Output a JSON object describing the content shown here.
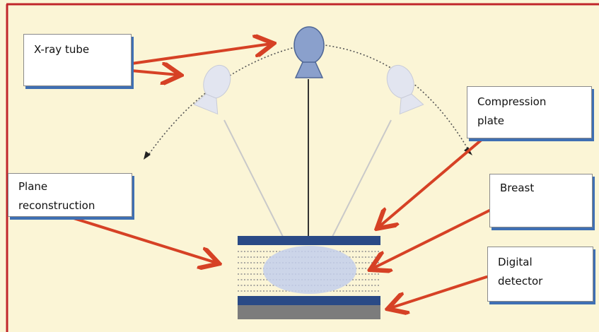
{
  "colors": {
    "background": "#fbf5d6",
    "frame": "#c0262b",
    "arrow": "#d64125",
    "tube_active": "#8aa0cc",
    "tube_ghost": "#dfe3ef",
    "plate": "#2a4a86",
    "breast": "#c3cfec",
    "detector": "#7c7c7c",
    "box_shadow": "#3f6fb3"
  },
  "labels": {
    "xray_tube": "X-ray tube",
    "compression_plate": {
      "line1": "Compression",
      "line2": "plate"
    },
    "plane_reconstruction": {
      "line1": "Plane",
      "line2": "reconstruction"
    },
    "breast": "Breast",
    "digital_detector": {
      "line1": "Digital",
      "line2": "detector"
    }
  },
  "icons": {
    "tube_center": "xray-tube-icon",
    "tube_left": "xray-tube-ghost-icon",
    "tube_right": "xray-tube-ghost-icon"
  }
}
